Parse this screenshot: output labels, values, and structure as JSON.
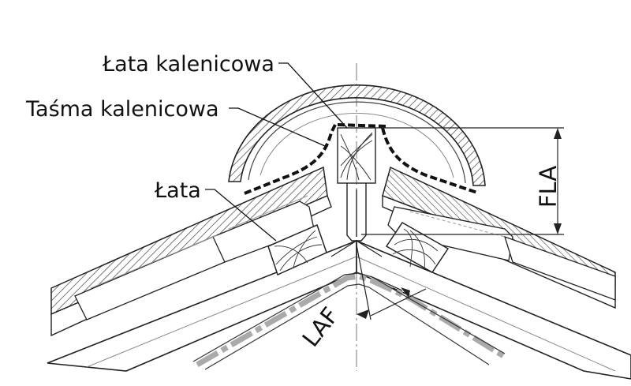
{
  "labels": {
    "ridge_batten": "Łata kalenicowa",
    "ridge_tape": "Taśma kalenicowa",
    "batten": "Łata",
    "fla": "FLA",
    "laf": "LAF"
  }
}
